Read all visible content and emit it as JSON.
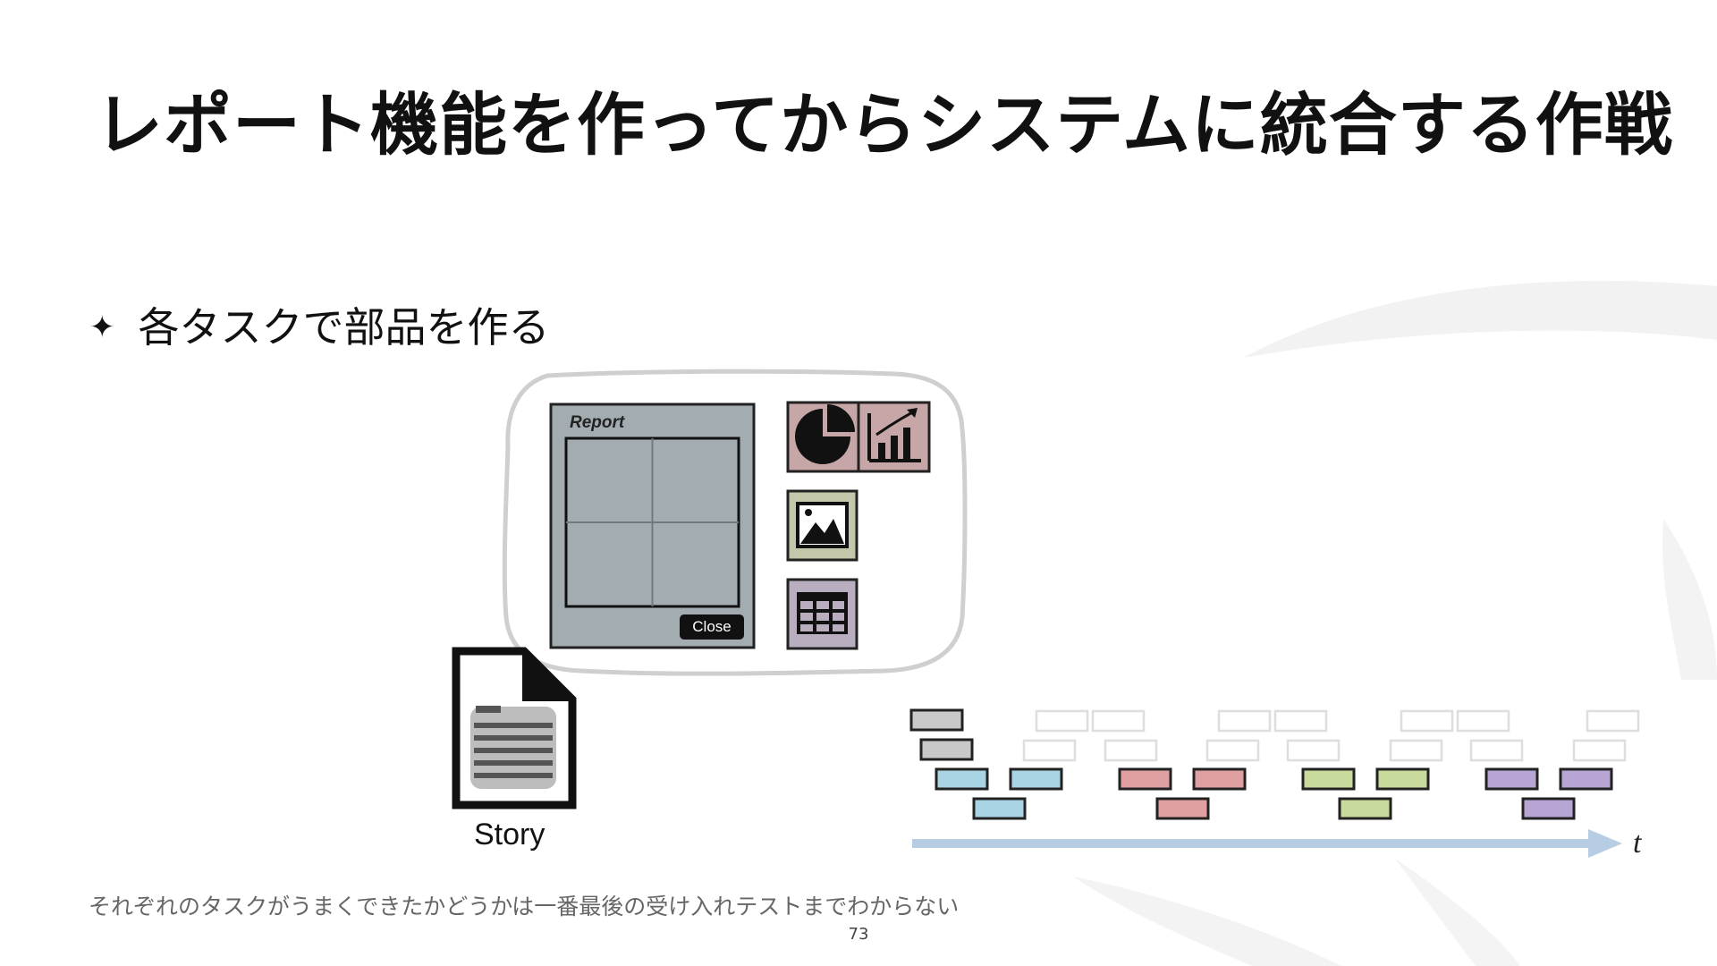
{
  "slide": {
    "title": "レポート機能を作ってからシステムに統合する作戦",
    "bullet_marker": "✦",
    "bullet_text": "各タスクで部品を作る",
    "footnote": "それぞれのタスクがうまくできたかどうかは一番最後の受け入れテストまでわからない",
    "page_number": "73"
  },
  "diagram": {
    "report_window_title": "Report",
    "close_button_label": "Close",
    "story_label": "Story",
    "time_axis_label": "t",
    "component_icons": [
      "pie-chart-icon",
      "bar-chart-icon",
      "image-icon",
      "table-icon"
    ],
    "task_colors": {
      "gray": "#c9c9c9",
      "blue": "#a9d4e3",
      "red": "#e0a0a2",
      "green": "#c9db9c",
      "purple": "#b7a6d3",
      "arrow": "#b7cde4"
    }
  }
}
